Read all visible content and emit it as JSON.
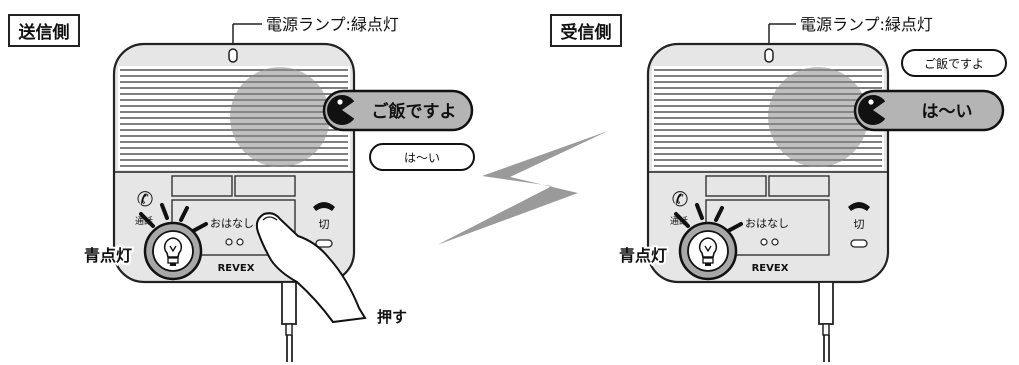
{
  "sender": {
    "side_label": "送信側",
    "power_lamp_label": "電源ランプ:緑点灯",
    "speech_main": "ご飯ですよ",
    "speech_small": "は〜い",
    "call_label": "通話",
    "end_label": "切",
    "talk_label": "おはなし",
    "brand": "REVEX",
    "blue_lamp_label": "青点灯",
    "press_label": "押す"
  },
  "receiver": {
    "side_label": "受信側",
    "power_lamp_label": "電源ランプ:緑点灯",
    "speech_main": "は〜い",
    "speech_small": "ご飯ですよ",
    "call_label": "通話",
    "end_label": "切",
    "talk_label": "おはなし",
    "brand": "REVEX",
    "blue_lamp_label": "青点灯"
  },
  "colors": {
    "panel_gray": "#e6e6e6",
    "speech_gray": "#b4b4b4",
    "lamp_gray": "#a8a8a8",
    "outline": "#222222",
    "signal_gray": "#9a9a9a"
  }
}
